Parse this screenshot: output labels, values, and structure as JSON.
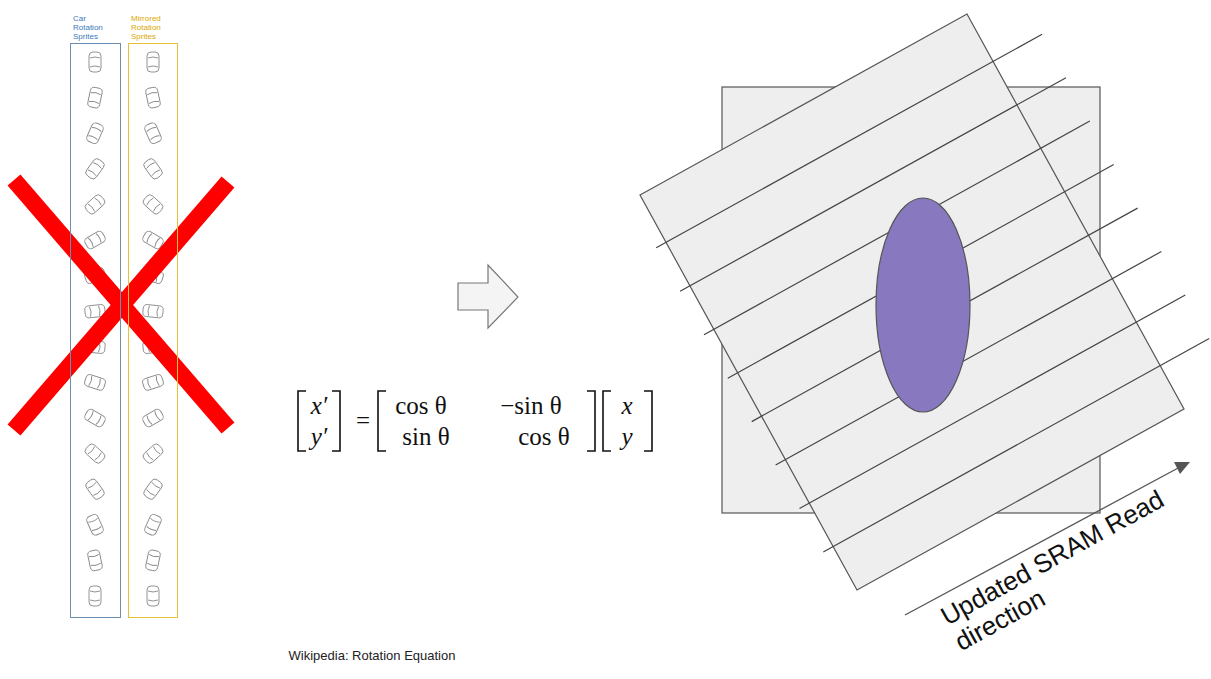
{
  "diagram": {
    "nodes": [
      {
        "text": [
          "Car Rotation Sprites"
        ]
      },
      {
        "text": [
          "Mirrored Rotation Sprites"
        ]
      }
    ],
    "labels": [
      "x′",
      "y′",
      "=",
      "cos θ",
      "−sin θ",
      "sin θ",
      "cos θ",
      "x",
      "y",
      "Wikipedia: Rotation Equation",
      "Updated SRAM Read direction"
    ]
  }
}
